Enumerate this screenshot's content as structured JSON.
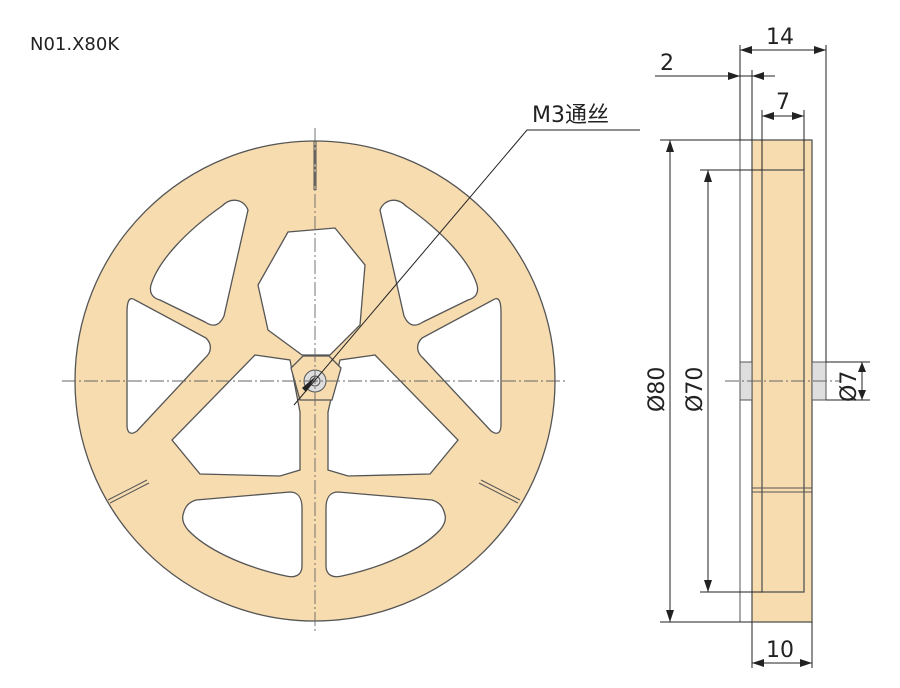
{
  "part_number": "N01.X80K",
  "hole_note": "M3通丝",
  "dimensions": {
    "width_total": "14",
    "offset": "2",
    "groove_width": "7",
    "outer_diameter": "Ø80",
    "groove_diameter": "Ø70",
    "shaft_diameter": "Ø7",
    "core_width": "10"
  },
  "colors": {
    "material": "#f7dcb0",
    "outline": "#555555",
    "shaft": "#dedede"
  }
}
